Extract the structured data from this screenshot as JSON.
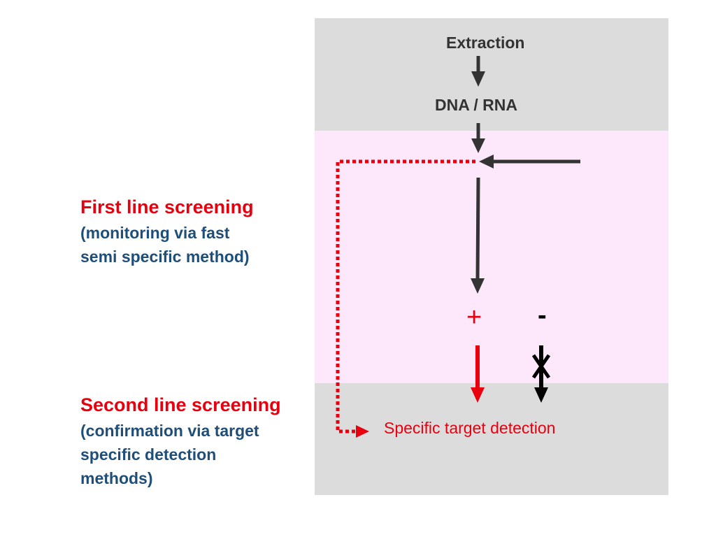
{
  "diagram": {
    "nodes": {
      "extraction": "Extraction",
      "dna_rna": "DNA / RNA",
      "positive_sign": "+",
      "negative_sign": "-",
      "target_detection": "Specific target detection"
    },
    "side_labels": {
      "first_line": {
        "title": "First line screening",
        "description": "(monitoring via fast\nsemi specific method)"
      },
      "second_line": {
        "title": "Second line screening",
        "description": "(confirmation via target\nspecific detection\nmethods)"
      }
    },
    "colors": {
      "band_gray": "#dcdcdc",
      "band_pink": "#fce8fa",
      "arrow_dark": "#333333",
      "accent_red": "#e8000f",
      "text_blue": "#1f4e79"
    }
  }
}
